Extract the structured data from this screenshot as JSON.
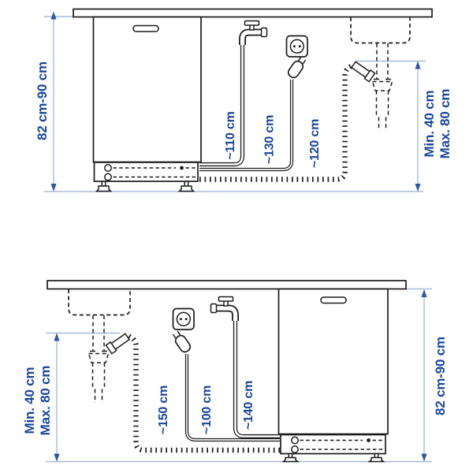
{
  "diagram_top": {
    "description": "dishwasher-left-sink-right installation",
    "cabinet_height_label": "82 cm-90 cm",
    "supply_hose_label": "~110 cm",
    "power_cord_label": "~130 cm",
    "drain_hose_label": "~120 cm",
    "drain_height_min_label": "Min. 40 cm",
    "drain_height_max_label": "Max. 80 cm"
  },
  "diagram_bottom": {
    "description": "sink-left-dishwasher-right installation",
    "cabinet_height_label": "82 cm-90 cm",
    "drain_hose_label": "~150 cm",
    "power_cord_label": "~100 cm",
    "supply_hose_label": "~140 cm",
    "drain_height_min_label": "Min. 40 cm",
    "drain_height_max_label": "Max. 80 cm"
  },
  "icons": {
    "faucet": "water tap with T-handle",
    "outlet": "round wall socket with two pins",
    "plug": "power plug with cord",
    "arrow": "dimension arrowhead triangle"
  },
  "colors": {
    "line_art": "#1c1c1c",
    "dimension_line": "#a6bbda",
    "dimension_arrow": "#2d57a5",
    "dimension_text": "#17469e",
    "background": "#ffffff"
  }
}
